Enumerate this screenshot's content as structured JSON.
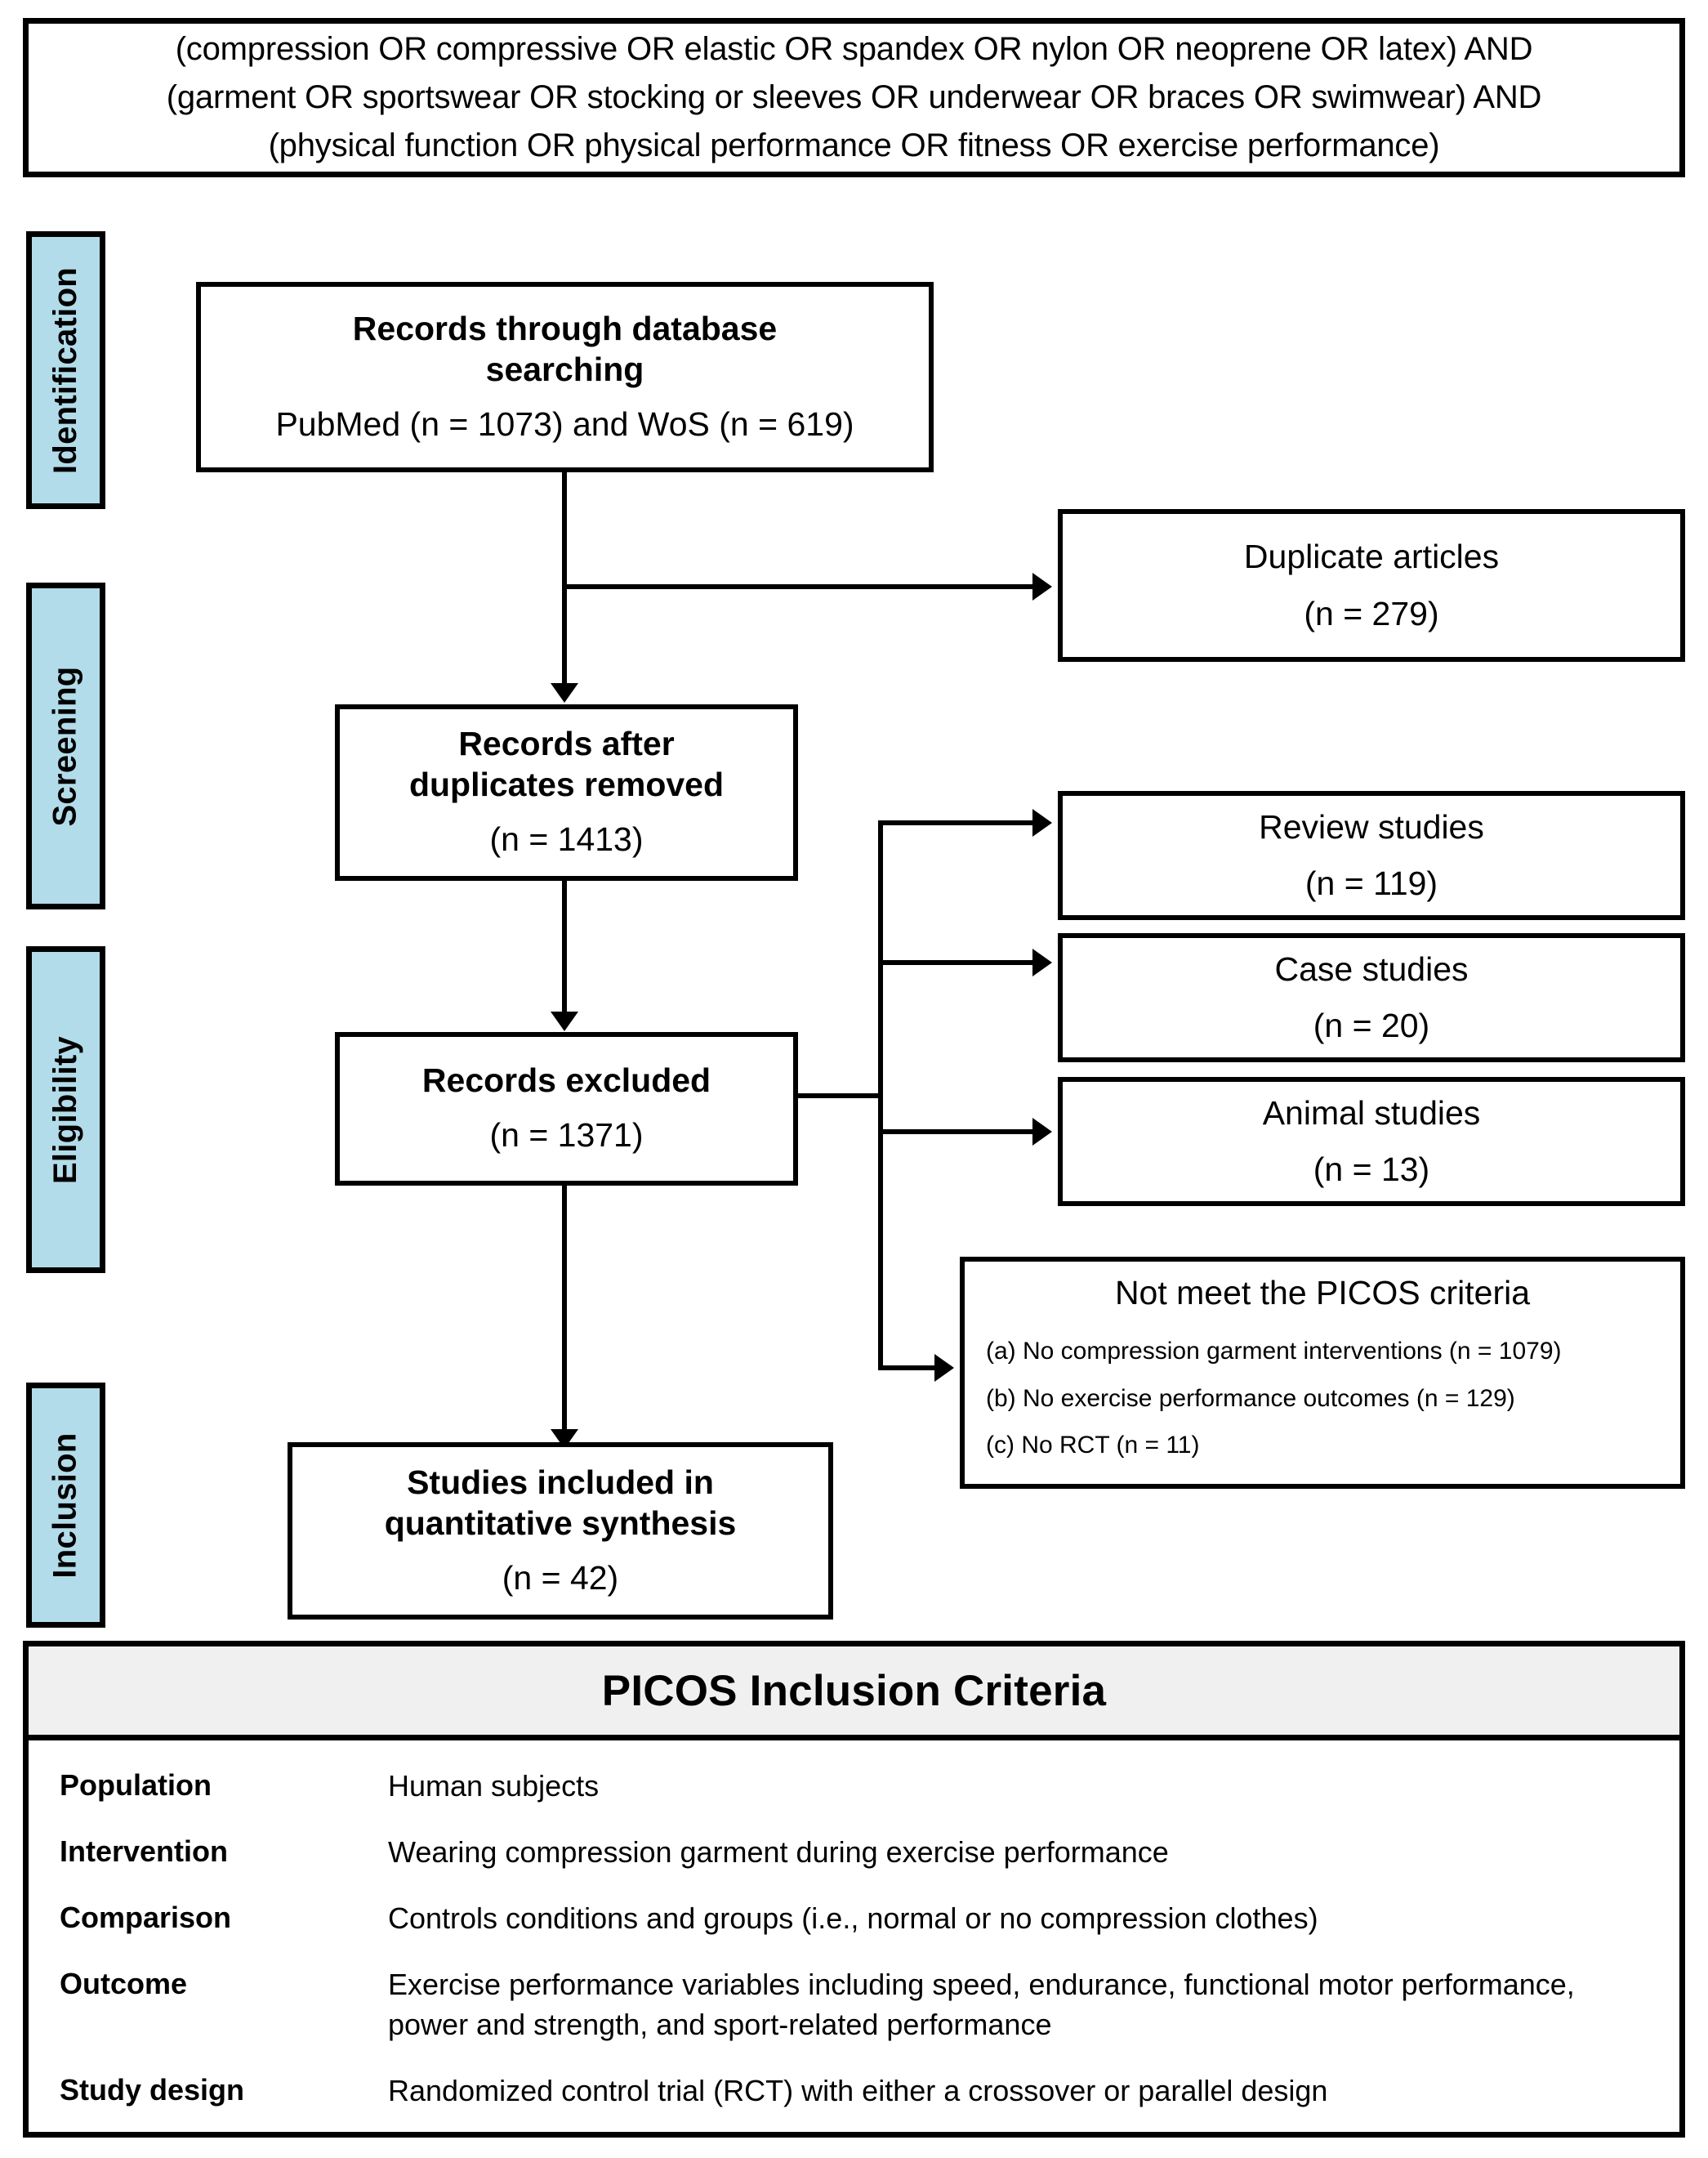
{
  "search_query": {
    "line1": "(compression OR compressive OR elastic OR spandex OR nylon OR neoprene OR latex) AND",
    "line2": "(garment OR sportswear OR stocking or sleeves OR underwear OR braces OR swimwear) AND",
    "line3": "(physical function OR physical performance OR fitness OR exercise performance)"
  },
  "stages": [
    {
      "label": "Identification"
    },
    {
      "label": "Screening"
    },
    {
      "label": "Eligibility"
    },
    {
      "label": "Inclusion"
    }
  ],
  "flow": {
    "records_database": {
      "title_line1": "Records through database",
      "title_line2": "searching",
      "detail": "PubMed (n = 1073) and WoS (n = 619)"
    },
    "duplicate_articles": {
      "title": "Duplicate articles",
      "count": "(n = 279)"
    },
    "records_after_duplicates": {
      "title_line1": "Records after",
      "title_line2": "duplicates removed",
      "count": "(n = 1413)"
    },
    "review_studies": {
      "title": "Review studies",
      "count": "(n = 119)"
    },
    "case_studies": {
      "title": "Case studies",
      "count": "(n = 20)"
    },
    "animal_studies": {
      "title": "Animal studies",
      "count": "(n = 13)"
    },
    "records_excluded": {
      "title": "Records excluded",
      "count": "(n = 1371)"
    },
    "not_meet_picos": {
      "title": "Not meet the PICOS criteria",
      "items": [
        "(a) No compression garment interventions (n = 1079)",
        "(b) No exercise performance outcomes  (n = 129)",
        "(c) No RCT (n = 11)"
      ]
    },
    "studies_included": {
      "title_line1": "Studies included in",
      "title_line2": "quantitative synthesis",
      "count": "(n = 42)"
    }
  },
  "picos_table": {
    "title": "PICOS Inclusion Criteria",
    "rows": [
      {
        "key": "Population",
        "value": "Human subjects"
      },
      {
        "key": "Intervention",
        "value": "Wearing compression garment during exercise performance"
      },
      {
        "key": "Comparison",
        "value": "Controls conditions and groups (i.e., normal or no compression clothes)"
      },
      {
        "key": "Outcome",
        "value": "Exercise performance variables including speed, endurance, functional motor performance, power and strength, and sport-related performance"
      },
      {
        "key": "Study design",
        "value": "Randomized control trial (RCT) with either a crossover or parallel design"
      }
    ]
  },
  "colors": {
    "stage_fill": "#b2dcea",
    "table_header_fill": "#f0f0f0",
    "stroke": "#000000"
  }
}
